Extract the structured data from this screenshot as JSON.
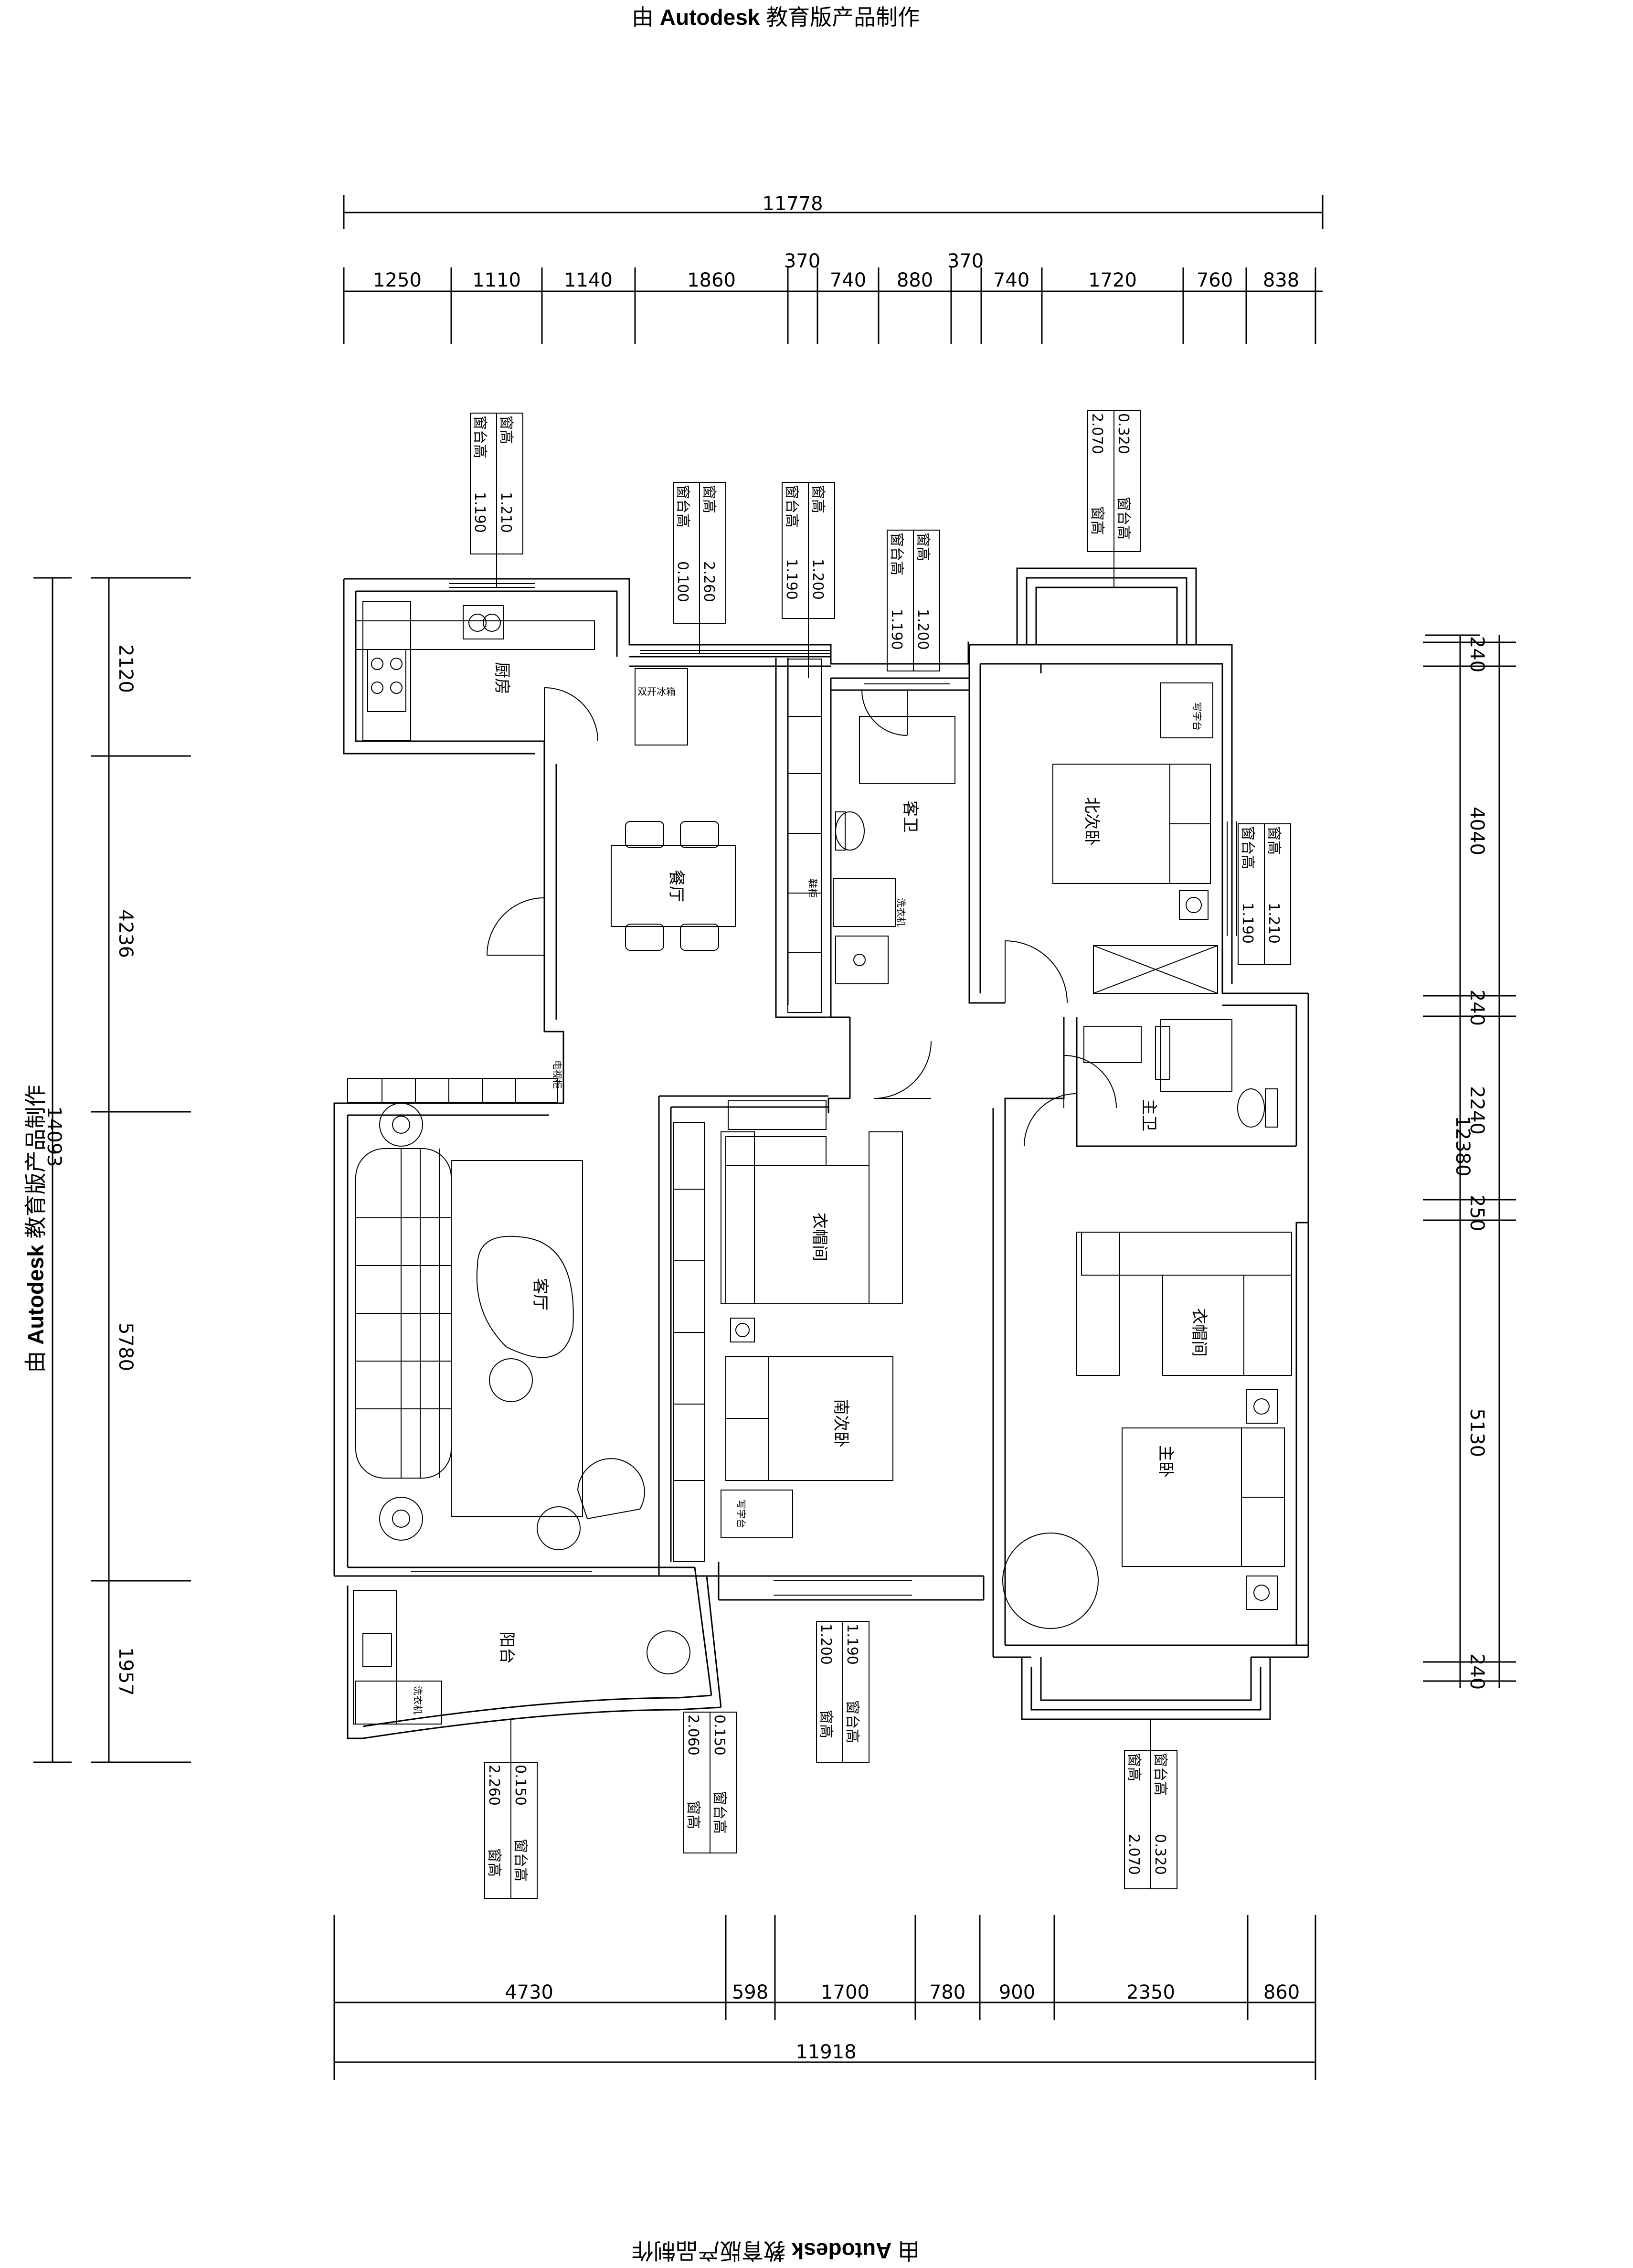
{
  "watermark": {
    "prefix": "由 ",
    "brand": "Autodesk",
    "suffix": " 教育版产品制作"
  },
  "dims": {
    "top_total": "11778",
    "top_segments": [
      "1250",
      "1110",
      "1140",
      "1860",
      "370",
      "740",
      "880",
      "370",
      "740",
      "1720",
      "760",
      "838"
    ],
    "bottom_total": "11918",
    "bottom_segments": [
      "4730",
      "598",
      "1700",
      "780",
      "900",
      "2350",
      "860"
    ],
    "left_total": "14093",
    "left_segments": [
      "2120",
      "4236",
      "5780",
      "1957"
    ],
    "right_total": "12380",
    "right_segments": [
      "240",
      "4040",
      "240",
      "2240",
      "250",
      "5130",
      "240"
    ]
  },
  "rooms": {
    "kitchen": "厨房",
    "dining": "餐厅",
    "guest_bath": "客卫",
    "north_bedroom": "北次卧",
    "master_bath": "主卫",
    "closet_south": "衣帽间",
    "closet_master": "衣帽间",
    "living": "客厅",
    "south_bedroom": "南次卧",
    "master_bedroom": "主卧",
    "balcony": "阳台"
  },
  "fixtures": {
    "fridge": "双开冰箱",
    "washer_guest": "洗衣机",
    "washer_balcony": "洗衣机",
    "desk_north": "写字台",
    "desk_south": "写字台",
    "shoe_cabinet": "鞋柜",
    "tv_cabinet": "电视柜"
  },
  "windows": [
    {
      "label_a": "窗高",
      "label_b": "窗台高",
      "val_a": "1.210",
      "val_b": "1.190"
    },
    {
      "label_a": "窗高",
      "label_b": "窗台高",
      "val_a": "2.260",
      "val_b": "0.100"
    },
    {
      "label_a": "窗高",
      "label_b": "窗台高",
      "val_a": "1.200",
      "val_b": "1.190"
    },
    {
      "label_a": "窗高",
      "label_b": "窗台高",
      "val_a": "1.200",
      "val_b": "1.190"
    },
    {
      "label_a": "窗高",
      "label_b": "窗台高",
      "val_a": "2.070",
      "val_b": "0.320"
    },
    {
      "label_a": "窗高",
      "label_b": "窗台高",
      "val_a": "1.210",
      "val_b": "1.190"
    },
    {
      "label_a": "窗高",
      "label_b": "窗台高",
      "val_a": "1.200",
      "val_b": "1.190"
    },
    {
      "label_a": "窗高",
      "label_b": "窗台高",
      "val_a": "2.060",
      "val_b": "0.150"
    },
    {
      "label_a": "窗高",
      "label_b": "窗台高",
      "val_a": "2.260",
      "val_b": "0.150"
    },
    {
      "label_a": "窗高",
      "label_b": "窗台高",
      "val_a": "2.070",
      "val_b": "0.320"
    }
  ]
}
